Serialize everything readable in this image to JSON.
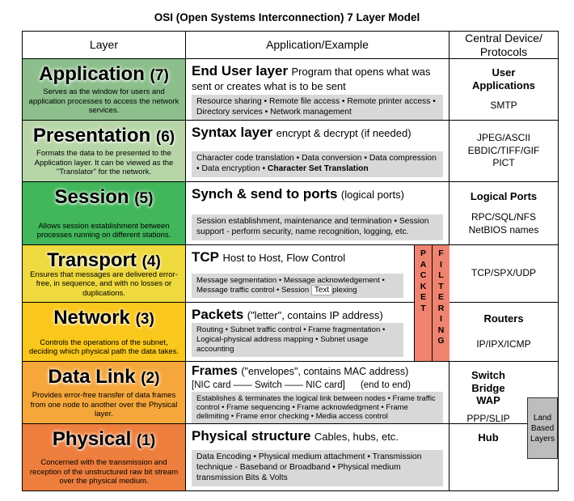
{
  "title": "OSI (Open Systems Interconnection) 7 Layer Model",
  "columns": {
    "layer": "Layer",
    "application": "Application/Example",
    "device": "Central Device/\nProtocols"
  },
  "colors": {
    "strip": "#f0836f",
    "detail_box": "#d8d8d8",
    "land_box": "#bdbdbd"
  },
  "strip": {
    "packet": "P\nA\nC\nK\nE\nT",
    "filtering": "F\nI\nL\nT\nE\nR\nI\nN\nG"
  },
  "land": "Land\nBased\nLayers",
  "layers": [
    {
      "name": "Application",
      "num": "(7)",
      "color": "#8cbf8c",
      "desc": "Serves as the window for users and application processes to access the network services.",
      "head_bold": "End User layer",
      "head_rest": "Program that opens what was sent or creates what is to be sent",
      "details": "Resource sharing • Remote file access • Remote printer access • Directory services • Network management",
      "device_bold": "User\nApplications",
      "device_text": "SMTP"
    },
    {
      "name": "Presentation",
      "num": "(6)",
      "color": "#b7d6a8",
      "desc": "Formats the data to be presented to the Application layer. It can be viewed as the \"Translator\" for the network.",
      "head_bold": "Syntax layer",
      "head_rest": "encrypt & decrypt (if needed)",
      "details": "Character code translation • Data conversion • Data compression • Data encryption • ",
      "details_bold": "Character Set Translation",
      "device_bold": "",
      "device_text": "JPEG/ASCII\nEBDIC/TIFF/GIF\nPICT"
    },
    {
      "name": "Session",
      "num": "(5)",
      "color": "#41b65a",
      "desc": "Allows session establishment between processes running on different stations.",
      "head_bold": "Synch & send to ports",
      "head_rest": "(logical ports)",
      "details": "Session establishment, maintenance and termination • Session support - perform security, name recognition, logging, etc.",
      "device_bold": "Logical Ports",
      "device_text": "RPC/SQL/NFS\nNetBIOS names"
    },
    {
      "name": "Transport",
      "num": "(4)",
      "color": "#eed93e",
      "desc": "Ensures that messages are delivered error-free, in sequence, and with no losses or duplications.",
      "head_bold": "TCP",
      "head_rest": "Host to Host, Flow Control",
      "details": "Message segmentation • Message acknowledgement • Message traffic control • Session ",
      "overlay": "Text",
      "details_tail": "plexing",
      "device_bold": "",
      "device_text": "TCP/SPX/UDP"
    },
    {
      "name": "Network",
      "num": "(3)",
      "color": "#fac71c",
      "desc": "Controls the operations of the subnet, deciding which physical path the data takes.",
      "head_bold": "Packets",
      "head_rest": "(\"letter\", contains IP address)",
      "details": "Routing • Subnet traffic control • Frame fragmentation • Logical-physical address mapping • Subnet usage accounting",
      "device_bold": "Routers",
      "device_text": "IP/IPX/ICMP"
    },
    {
      "name": "Data Link",
      "num": "(2)",
      "color": "#f5a73b",
      "desc": "Provides error-free transfer of data frames from one node to another over the Physical layer.",
      "head_bold": "Frames",
      "head_rest": "(\"envelopes\", contains MAC address)",
      "head_sub": "[NIC card —— Switch —— NIC card]      (end to end)",
      "details": "Establishes & terminates the logical link between nodes • Frame traffic control • Frame sequencing • Frame acknowledgment • Frame delimiting • Frame error checking • Media access control",
      "device_bold": "Switch\nBridge\nWAP",
      "device_text": "PPP/SLIP"
    },
    {
      "name": "Physical",
      "num": "(1)",
      "color": "#ee7e3d",
      "desc": "Concerned with the transmission and reception of the unstructured raw bit stream over the physical medium.",
      "head_bold": "Physical structure",
      "head_rest": "Cables, hubs, etc.",
      "details": "Data Encoding • Physical medium attachment • Transmission technique - Baseband or Broadband • Physical medium transmission Bits & Volts",
      "device_bold": "Hub",
      "device_text": ""
    }
  ]
}
